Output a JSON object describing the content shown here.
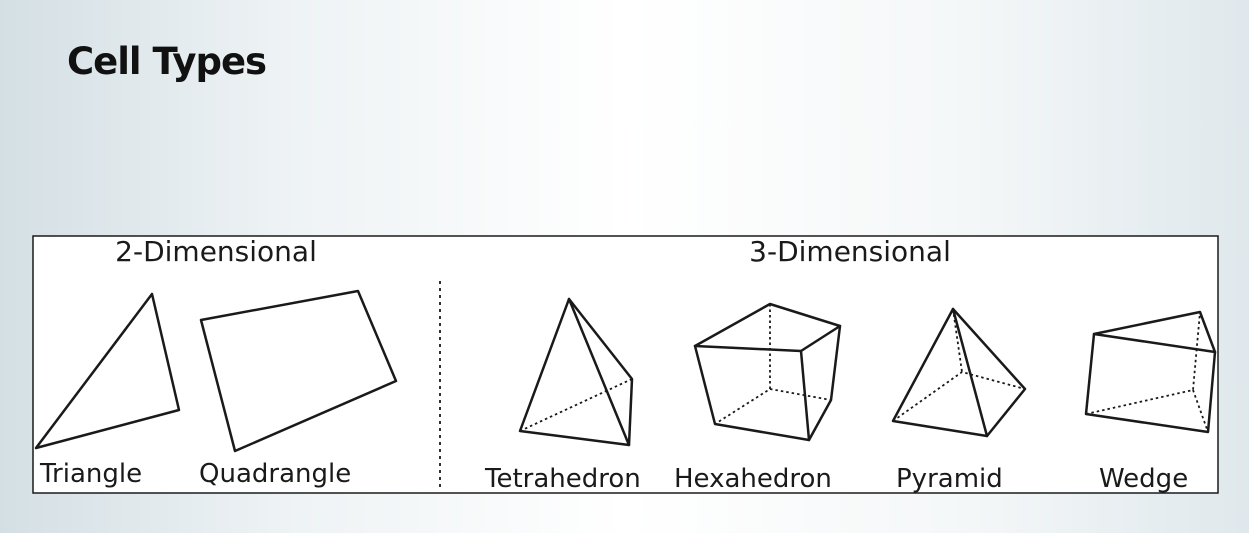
{
  "slide": {
    "title": "Cell Types"
  },
  "diagram": {
    "sections": {
      "two_d": "2-Dimensional",
      "three_d": "3-Dimensional"
    },
    "cells": {
      "triangle": "Triangle",
      "quadrangle": "Quadrangle",
      "tetrahedron": "Tetrahedron",
      "hexahedron": "Hexahedron",
      "pyramid": "Pyramid",
      "wedge": "Wedge"
    }
  },
  "colors": {
    "stroke": "#1a1a1a",
    "title": "#111111"
  }
}
